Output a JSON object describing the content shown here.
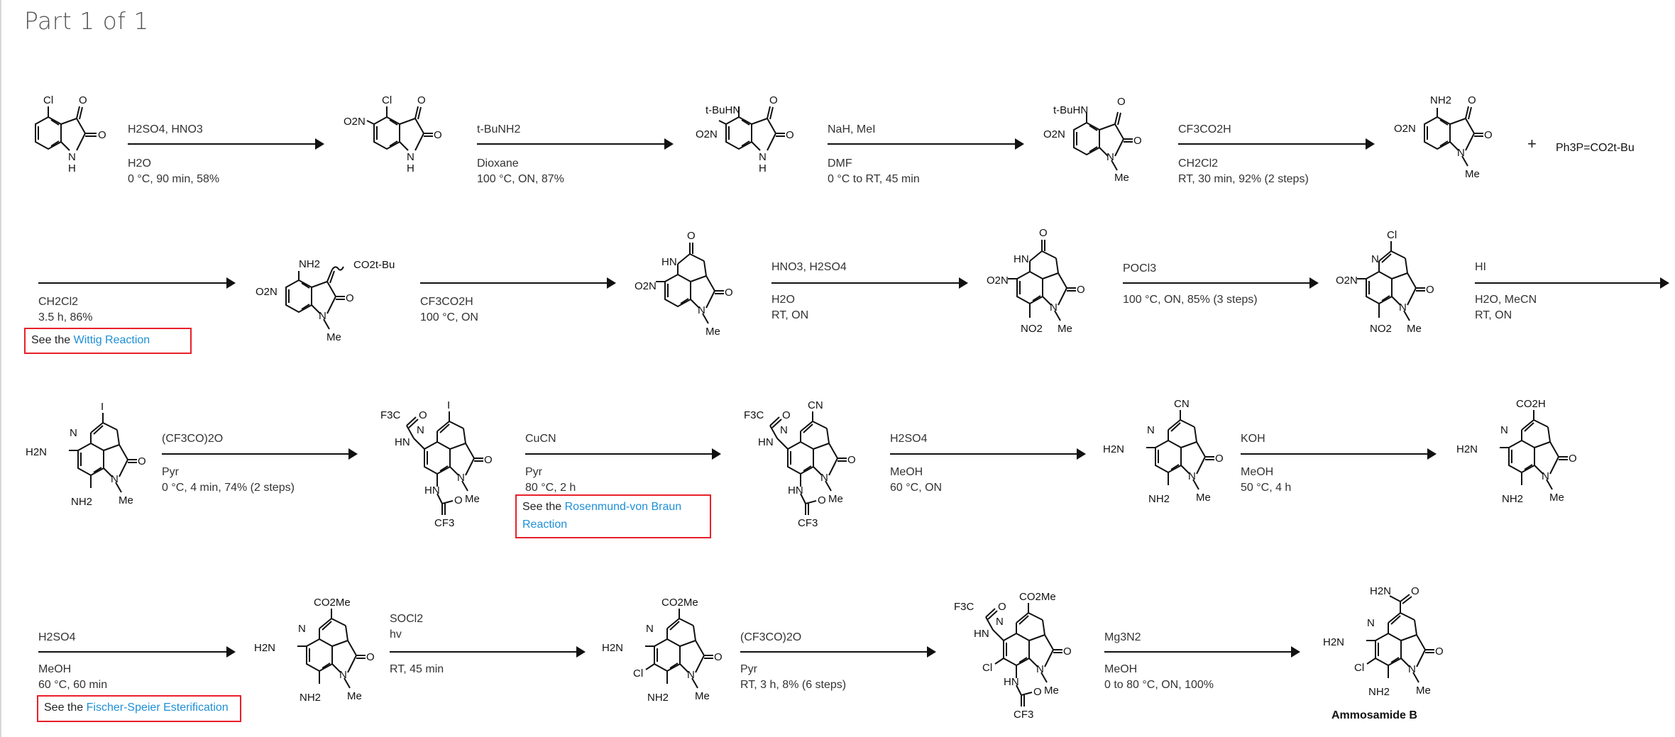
{
  "page": {
    "title": "Part 1 of 1"
  },
  "steps": [
    {
      "top": "H2SO4, HNO3",
      "mid": "H2O",
      "bot": "0 °C, 90 min, 58%"
    },
    {
      "top": "t-BuNH2",
      "mid": "Dioxane",
      "bot": "100 °C, ON, 87%"
    },
    {
      "top": "NaH, MeI",
      "mid": "DMF",
      "bot": "0 °C to RT, 45 min"
    },
    {
      "top": "CF3CO2H",
      "mid": "CH2Cl2",
      "bot": "RT, 30 min, 92% (2 steps)"
    },
    {
      "top": "",
      "mid": "CH2Cl2",
      "bot": "3.5 h, 86%"
    },
    {
      "top": "",
      "mid": "CF3CO2H",
      "bot": "100 °C, ON"
    },
    {
      "top": "HNO3, H2SO4",
      "mid": "H2O",
      "bot": "RT, ON"
    },
    {
      "top": "POCl3",
      "mid": "100 °C, ON, 85% (3 steps)",
      "bot": ""
    },
    {
      "top": "HI",
      "mid": "H2O, MeCN",
      "bot": "RT, ON"
    },
    {
      "top": "(CF3CO)2O",
      "mid": "Pyr",
      "bot": "0 °C, 4 min, 74% (2 steps)"
    },
    {
      "top": "CuCN",
      "mid": "Pyr",
      "bot": "80 °C, 2 h"
    },
    {
      "top": "H2SO4",
      "mid": "MeOH",
      "bot": "60 °C, ON"
    },
    {
      "top": "KOH",
      "mid": "MeOH",
      "bot": "50 °C, 4 h"
    },
    {
      "top": "H2SO4",
      "mid": "MeOH",
      "bot": "60 °C, 60 min"
    },
    {
      "top": "SOCl2",
      "mid": "hv",
      "bot": "RT, 45 min"
    },
    {
      "top": "(CF3CO)2O",
      "mid": "Pyr",
      "bot": "RT, 3 h, 8% (6 steps)"
    },
    {
      "top": "Mg3N2",
      "mid": "MeOH",
      "bot": "0 to 80 °C, ON, 100%"
    }
  ],
  "references": {
    "prefix": "See the",
    "wittig": "Wittig Reaction",
    "rosenmund_1": "Rosenmund-von Braun",
    "rosenmund_2": "Reaction",
    "fischer": "Fischer-Speier Esterification"
  },
  "reagent_ylide": "Ph3P=CO2t-Bu",
  "product_name": "Ammosamide B",
  "labels": {
    "cl": "Cl",
    "o": "O",
    "n": "N",
    "h": "H",
    "i": "I",
    "nh": "HN",
    "nh2": "NH2",
    "h2n": "H2N",
    "no2": "NO2",
    "o2n": "O2N",
    "me": "Me",
    "tbuhn": "t-BuHN",
    "cn": "CN",
    "co2h": "CO2H",
    "co2me": "CO2Me",
    "co2tbu": "CO2t-Bu",
    "f3c": "F3C",
    "cf3": "CF3",
    "plus": "+"
  }
}
